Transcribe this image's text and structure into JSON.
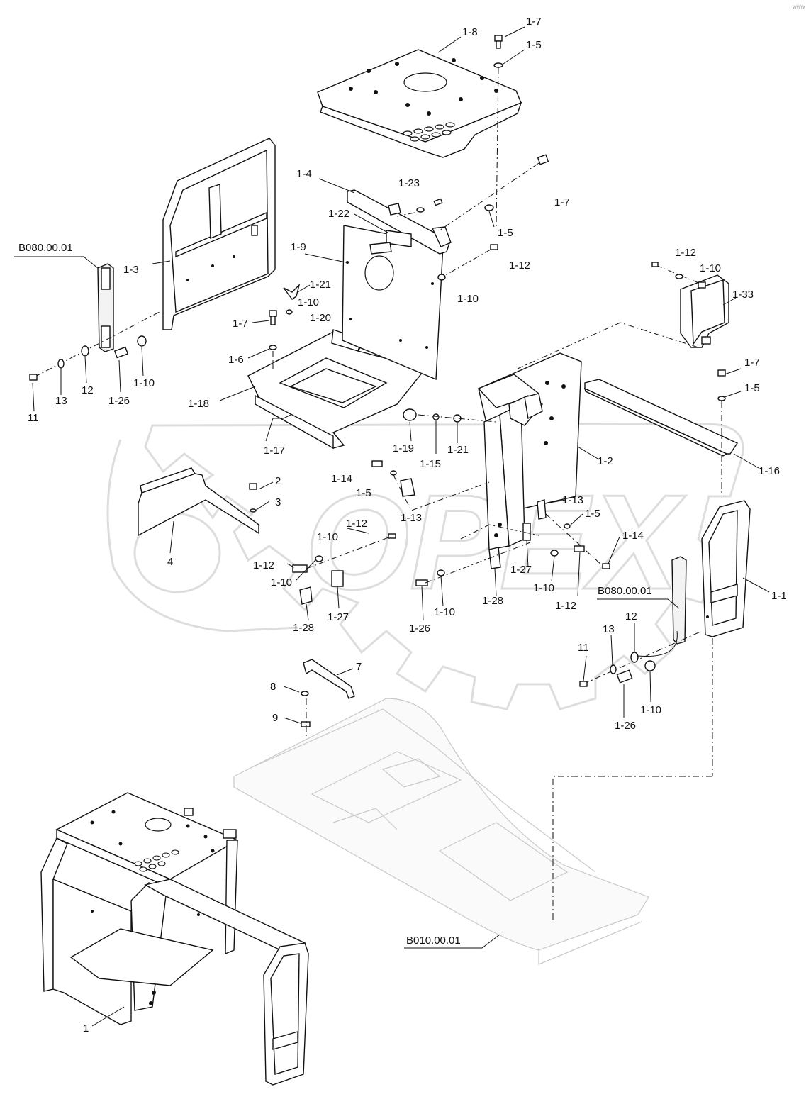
{
  "corner_mark": "www",
  "watermark": "OPEX",
  "callouts": {
    "p1_8": "1-8",
    "p1_7_top": "1-7",
    "p1_5_top": "1-5",
    "p1_4": "1-4",
    "p1_23": "1-23",
    "p1_7_mid": "1-7",
    "p1_22": "1-22",
    "p1_5_mid": "1-5",
    "p1_9": "1-9",
    "p1_12_mid": "1-12",
    "p1_10_mid": "1-10",
    "p1_3": "1-3",
    "p1_12_right": "1-12",
    "p1_10_right": "1-10",
    "p1_33": "1-33",
    "p1_21_top": "1-21",
    "p1_10_left": "1-10",
    "p1_20": "1-20",
    "p1_7_left": "1-7",
    "p1_6": "1-6",
    "p11_left": "11",
    "p13_left": "13",
    "p12_left": "12",
    "p1_26_left": "1-26",
    "p1_10_ll": "1-10",
    "p1_18": "1-18",
    "p1_17": "1-17",
    "p1_7_right": "1-7",
    "p1_5_right": "1-5",
    "p1_19": "1-19",
    "p1_15": "1-15",
    "p1_21_mid": "1-21",
    "p1_2": "1-2",
    "p1_16": "1-16",
    "p2": "2",
    "p3": "3",
    "p4": "4",
    "p1_14_top": "1-14",
    "p1_5_low": "1-5",
    "p1_13_left": "1-13",
    "p1_13_right": "1-13",
    "p1_5_r2": "1-5",
    "p1_14_right": "1-14",
    "p1_12_low": "1-12",
    "p1_10_low": "1-10",
    "p1_12_ll": "1-12",
    "p1_10_ll2": "1-10",
    "p1_27_left": "1-27",
    "p1_28_left": "1-28",
    "p1_26_mid": "1-26",
    "p1_10_mid2": "1-10",
    "p1_28_mid": "1-28",
    "p1_27_mid": "1-27",
    "p1_10_r3": "1-10",
    "p1_12_r3": "1-12",
    "p1_1": "1-1",
    "p12_right": "12",
    "p13_right": "13",
    "p11_right": "11",
    "p1_26_right": "1-26",
    "p1_10_right2": "1-10",
    "p7": "7",
    "p8": "8",
    "p9": "9",
    "p1": "1"
  },
  "references": {
    "left": "B080.00.01",
    "right": "B080.00.01",
    "bottom": "B010.00.01"
  }
}
